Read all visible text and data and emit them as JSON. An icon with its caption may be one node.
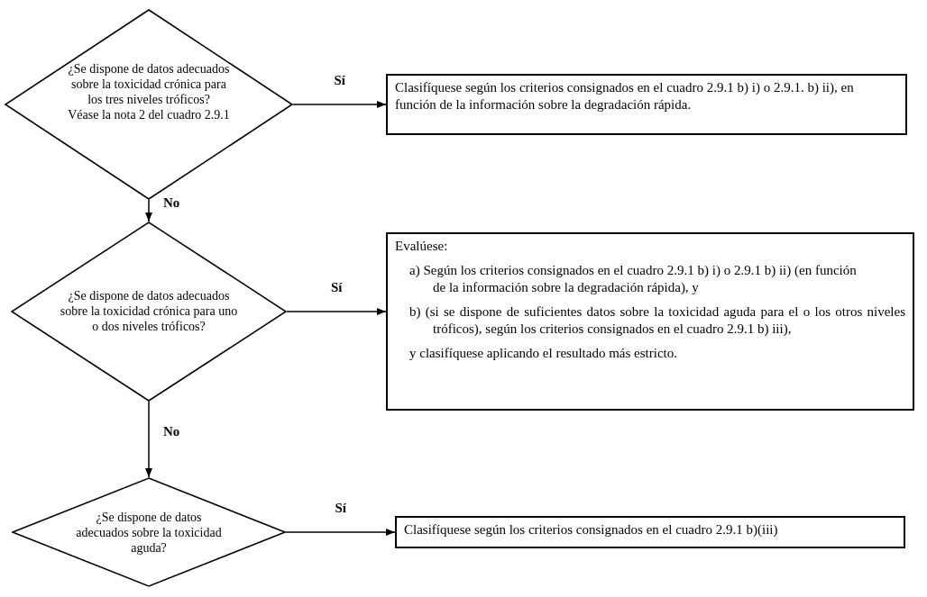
{
  "diagram": {
    "nodes": [
      {
        "text": [
          "¿Se dispone de datos adecuados sobre la toxicidad crónica para los tres niveles tróficos?",
          "Véase la nota 2 del cuadro 2.9.1"
        ]
      },
      {
        "text": [
          "Clasifíquese según los criterios consignados en el cuadro 2.9.1 b) i) o 2.9.1. b) ii), en función de la información sobre la degradación rápida."
        ]
      },
      {
        "text": [
          "¿Se dispone de datos adecuados sobre la toxicidad crónica para uno o dos niveles tróficos?"
        ]
      },
      {
        "text": [
          "Evalúese:",
          "a) Según los criterios consignados en el cuadro 2.9.1 b) i) o 2.9.1 b) ii) (en función de la información sobre la degradación rápida), y",
          "b) (si se dispone de suficientes datos sobre la toxicidad aguda para el o los otros niveles tróficos), según los criterios consignados en el cuadro 2.9.1 b) iii),",
          "y clasifíquese aplicando el resultado más estricto."
        ]
      },
      {
        "text": [
          "¿Se dispone de datos adecuados sobre la toxicidad aguda?"
        ]
      },
      {
        "text": [
          "Clasifíquese según los criterios consignados en el cuadro 2.9.1 b)(iii)"
        ]
      }
    ],
    "edges": [
      {
        "from": 0,
        "to": 1,
        "arrow": "to",
        "label": "Sí"
      },
      {
        "from": 0,
        "to": 2,
        "arrow": "to",
        "label": "No"
      },
      {
        "from": 2,
        "to": 3,
        "arrow": "to",
        "label": "Sí"
      },
      {
        "from": 2,
        "to": 4,
        "arrow": "to",
        "label": "No"
      },
      {
        "from": 4,
        "to": 5,
        "arrow": "to",
        "label": "Sí"
      }
    ]
  }
}
